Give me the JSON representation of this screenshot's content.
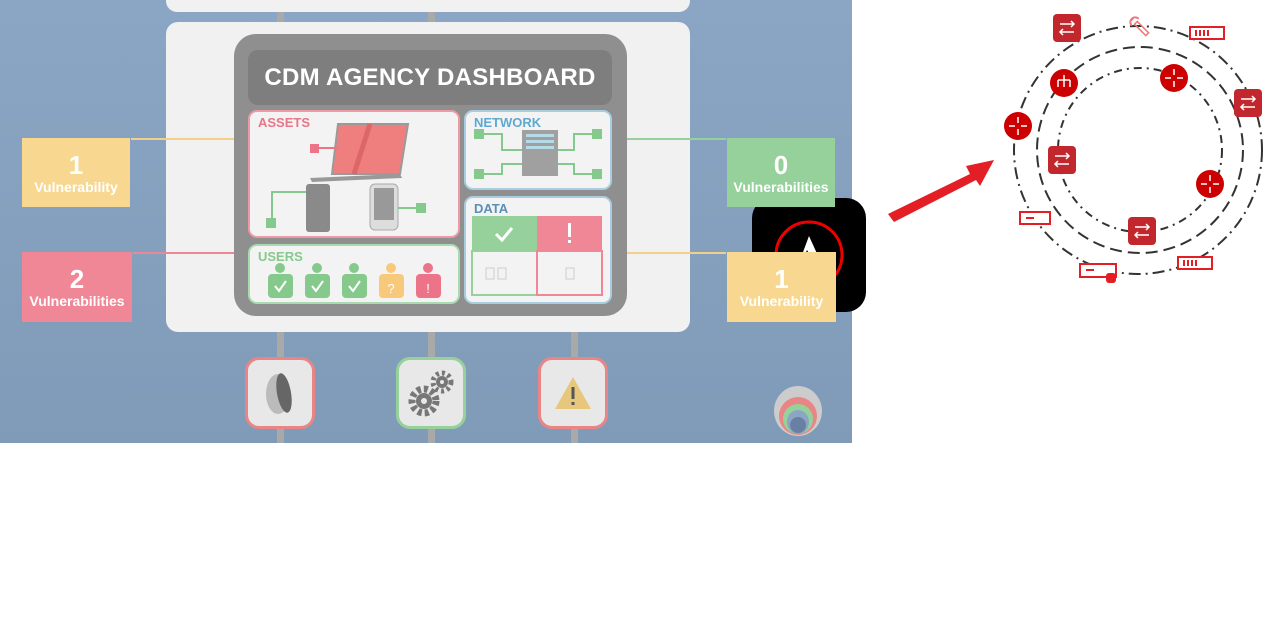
{
  "dashboard": {
    "title": "CDM AGENCY DASHBOARD",
    "sections": {
      "assets": "ASSETS",
      "network": "NETWORK",
      "data": "DATA",
      "users": "USERS"
    }
  },
  "vulnerability_boxes": [
    {
      "count": "1",
      "label": "Vulnerability",
      "color": "#f8d890"
    },
    {
      "count": "2",
      "label": "Vulnerabilities",
      "color": "#ef8796"
    },
    {
      "count": "0",
      "label": "Vulnerabilities",
      "color": "#96d09b"
    },
    {
      "count": "1",
      "label": "Vulnerability",
      "color": "#f8d890"
    }
  ],
  "logo": {
    "name": "ansible-logo",
    "letter": "A"
  },
  "bottom_icons": [
    "disk-icon",
    "gears-icon",
    "warning-icon"
  ],
  "colors": {
    "accent_red": "#c8102e",
    "background_blue": "#8aa6c4"
  }
}
